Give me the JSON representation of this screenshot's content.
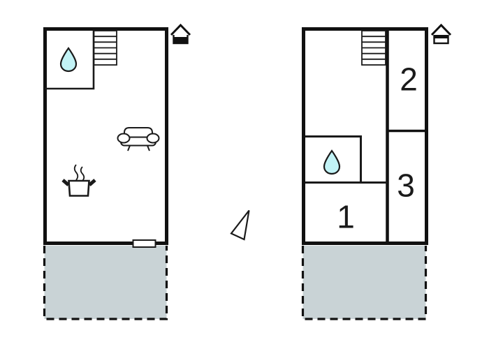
{
  "page": {
    "type": "floor-plan-drawing",
    "background": "#ffffff"
  },
  "colors": {
    "wall": "#111111",
    "line": "#1a1a1a",
    "terrace_fill": "#c9d3d6",
    "drop_fill": "#c2f3f6",
    "room_fill": "#ffffff"
  },
  "plans": [
    {
      "name": "ground-floor-plan",
      "floor_indicator": "ground-floor",
      "rooms": [],
      "features": [
        "bathroom-water-drop",
        "staircase",
        "sofa",
        "stove",
        "door-opening",
        "terrace"
      ]
    },
    {
      "name": "upper-floor-plan",
      "floor_indicator": "upper-floor",
      "rooms": [
        {
          "label": "1"
        },
        {
          "label": "2"
        },
        {
          "label": "3"
        }
      ],
      "features": [
        "bathroom-water-drop",
        "staircase",
        "terrace"
      ]
    }
  ],
  "compass": {
    "type": "north-arrow-triangle"
  }
}
